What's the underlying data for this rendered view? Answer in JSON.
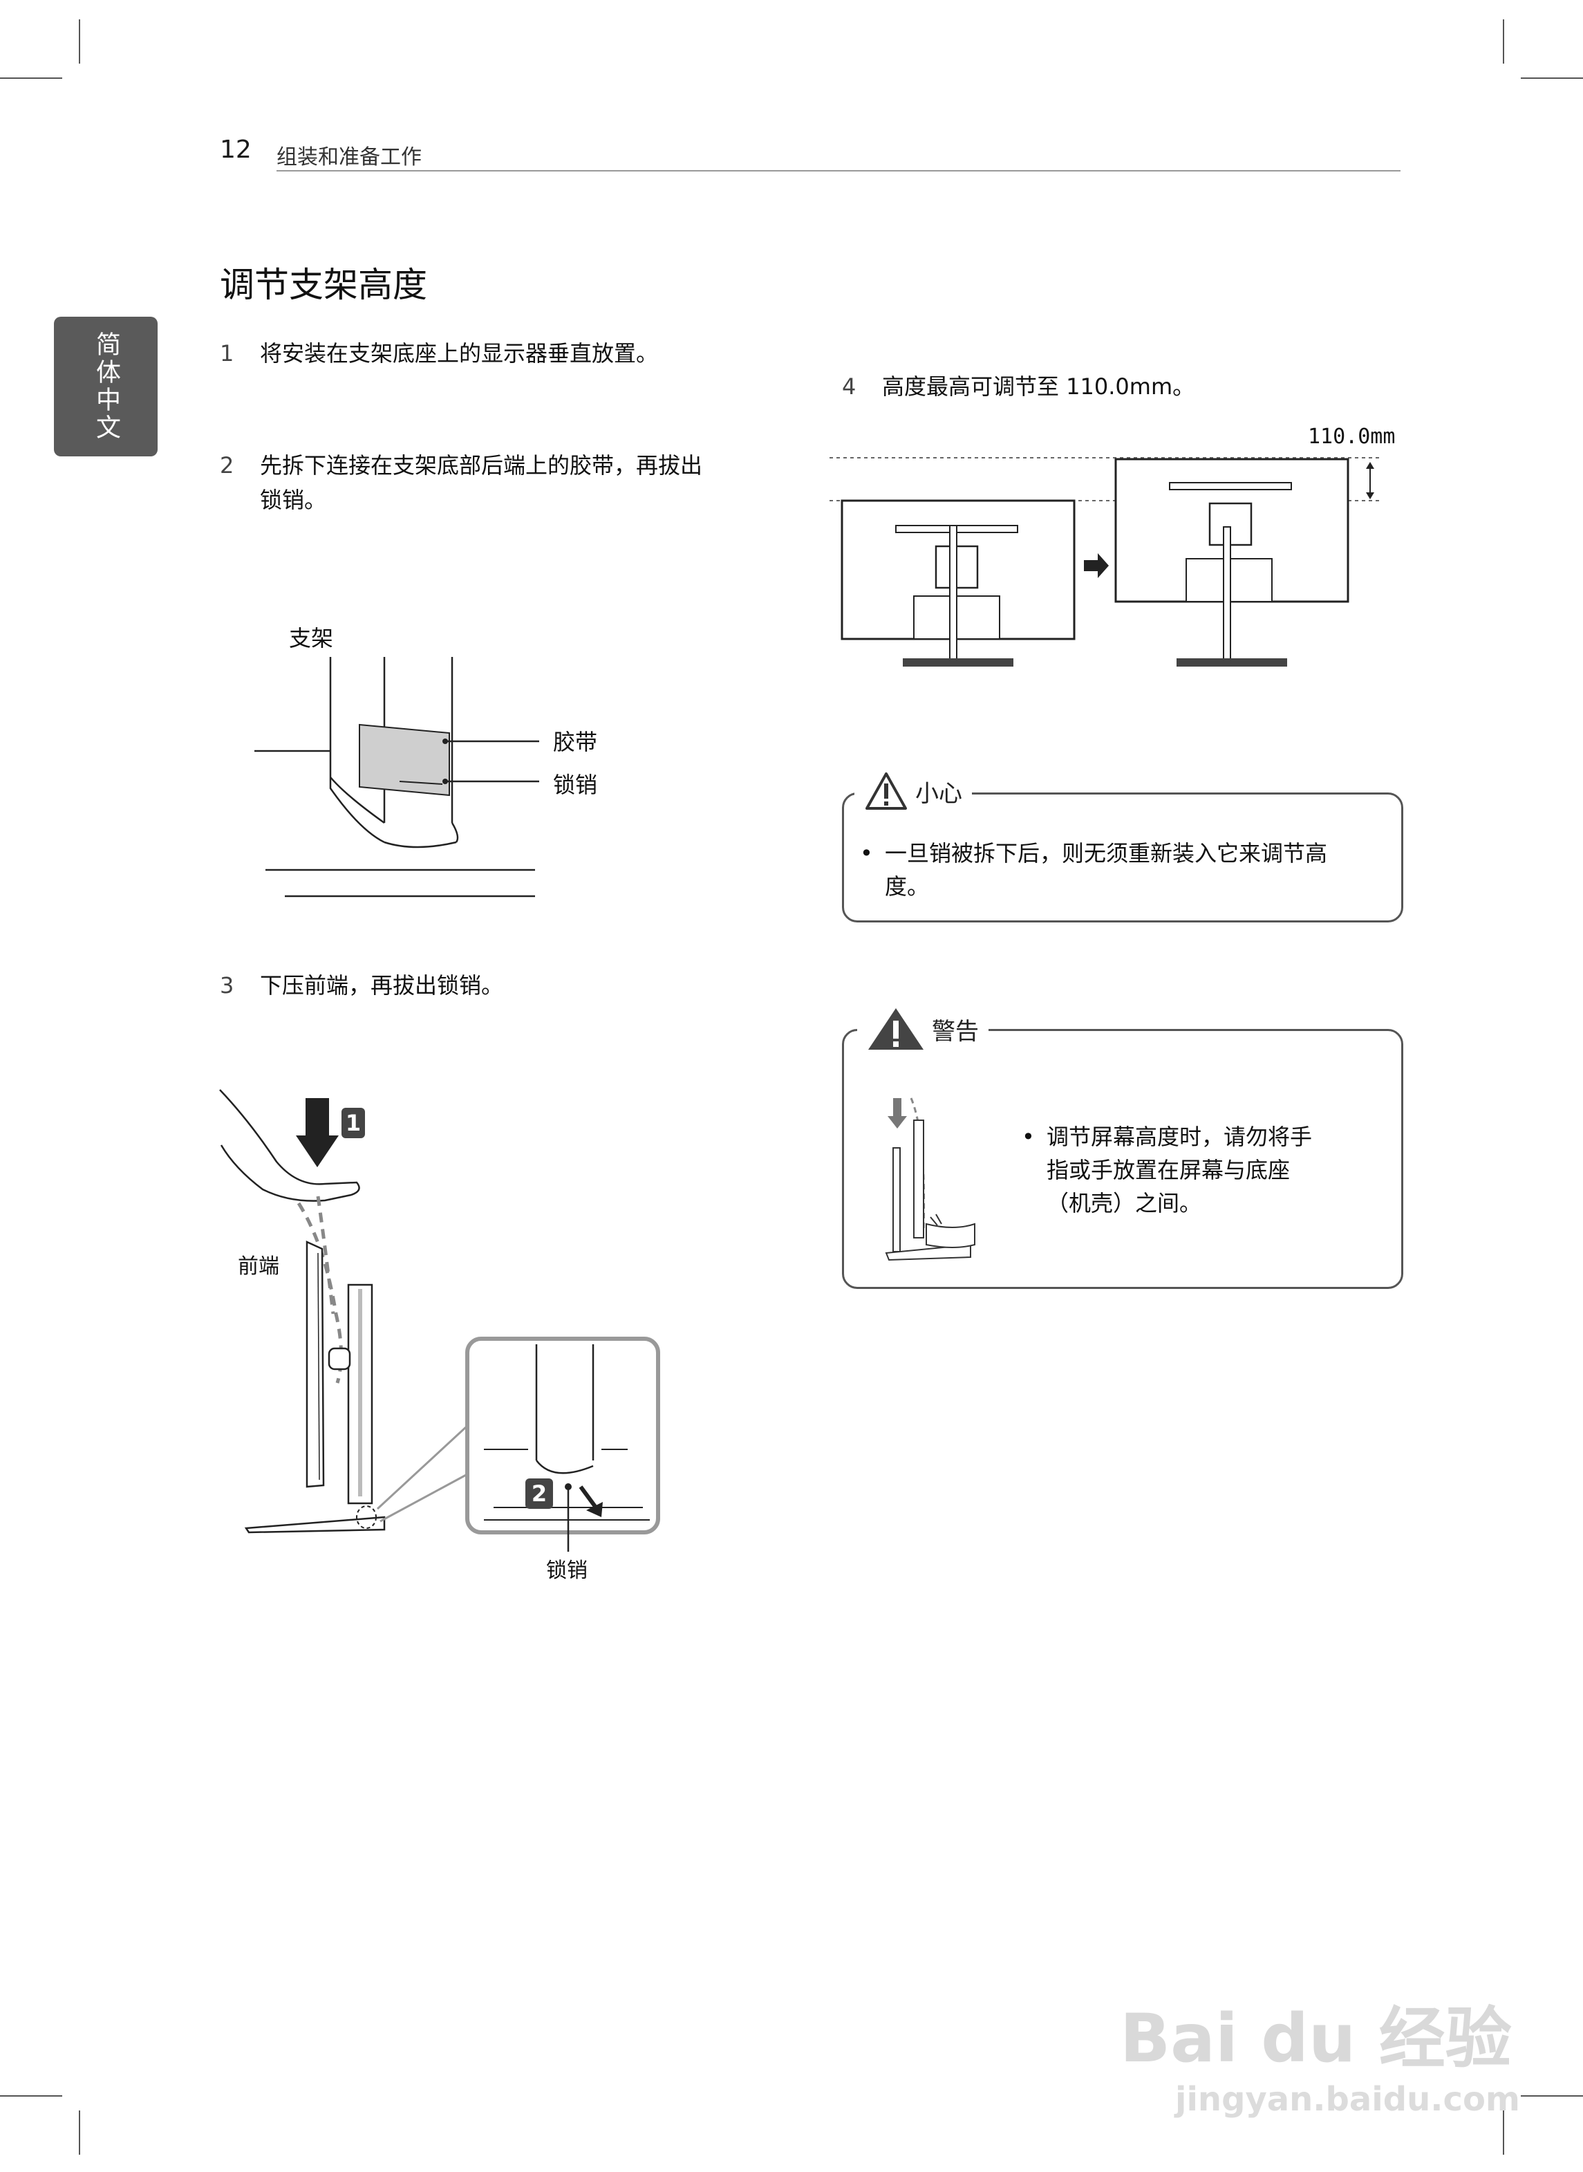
{
  "header": {
    "page_number": "12",
    "section": "组装和准备工作"
  },
  "language_tab": "简体中文",
  "title": "调节支架高度",
  "steps": [
    {
      "num": "1",
      "text": "将安装在支架底座上的显示器垂直放置。"
    },
    {
      "num": "2",
      "text_line1": "先拆下连接在支架底部后端上的胶带，再拔出",
      "text_line2": "锁销。"
    },
    {
      "num": "3",
      "text": "下压前端，再拔出锁销。"
    },
    {
      "num": "4",
      "text": "高度最高可调节至 110.0mm。"
    }
  ],
  "figure_labels": {
    "stand": "支架",
    "tape": "胶带",
    "pin": "锁销",
    "front": "前端",
    "pin_bottom": "锁销",
    "badge_1": "1",
    "badge_2": "2",
    "height_value": "110.0mm"
  },
  "caution": {
    "heading": "小心",
    "line1": "一旦销被拆下后，则无须重新装入它来调节高",
    "line2": "度。"
  },
  "warning": {
    "heading": "警告",
    "line1": "调节屏幕高度时，请勿将手",
    "line2": "指或手放置在屏幕与底座",
    "line3": "（机壳）之间。"
  },
  "bullet_symbol": "•",
  "watermark": {
    "brand": "Bai du 经验",
    "url": "jingyan.baidu.com"
  },
  "colors": {
    "ink": "#1a1a1a",
    "tab_bg": "#5a5a5a",
    "frame_gray": "#9a9a9a"
  }
}
